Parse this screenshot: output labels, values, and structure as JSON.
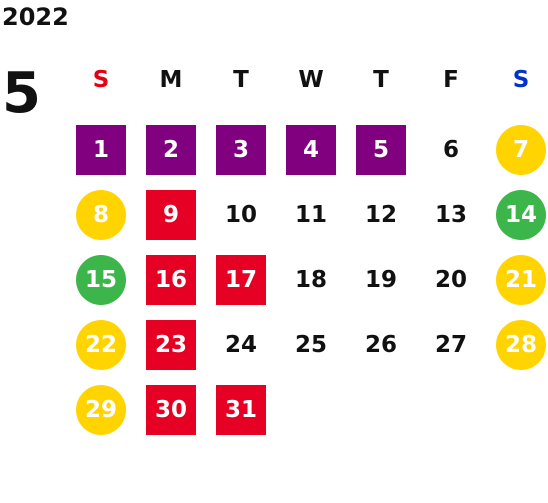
{
  "header": {
    "year": "2022",
    "month": "5"
  },
  "colors": {
    "text": "#111111",
    "sunday_label": "#e60012",
    "saturday_label": "#0033cc",
    "purple": "#800080",
    "red": "#e60023",
    "yellow": "#ffd400",
    "green": "#3cb54a"
  },
  "weekdays": [
    {
      "label": "S",
      "color": "#e60012"
    },
    {
      "label": "M",
      "color": "#111111"
    },
    {
      "label": "T",
      "color": "#111111"
    },
    {
      "label": "W",
      "color": "#111111"
    },
    {
      "label": "T",
      "color": "#111111"
    },
    {
      "label": "F",
      "color": "#111111"
    },
    {
      "label": "S",
      "color": "#0033cc"
    }
  ],
  "days": [
    {
      "day": "1",
      "shape": "square",
      "color": "#800080"
    },
    {
      "day": "2",
      "shape": "square",
      "color": "#800080"
    },
    {
      "day": "3",
      "shape": "square",
      "color": "#800080"
    },
    {
      "day": "4",
      "shape": "square",
      "color": "#800080"
    },
    {
      "day": "5",
      "shape": "square",
      "color": "#800080"
    },
    {
      "day": "6",
      "shape": "none",
      "color": ""
    },
    {
      "day": "7",
      "shape": "circle",
      "color": "#ffd400"
    },
    {
      "day": "8",
      "shape": "circle",
      "color": "#ffd400"
    },
    {
      "day": "9",
      "shape": "square",
      "color": "#e60023"
    },
    {
      "day": "10",
      "shape": "none",
      "color": ""
    },
    {
      "day": "11",
      "shape": "none",
      "color": ""
    },
    {
      "day": "12",
      "shape": "none",
      "color": ""
    },
    {
      "day": "13",
      "shape": "none",
      "color": ""
    },
    {
      "day": "14",
      "shape": "circle",
      "color": "#3cb54a"
    },
    {
      "day": "15",
      "shape": "circle",
      "color": "#3cb54a"
    },
    {
      "day": "16",
      "shape": "square",
      "color": "#e60023"
    },
    {
      "day": "17",
      "shape": "square",
      "color": "#e60023"
    },
    {
      "day": "18",
      "shape": "none",
      "color": ""
    },
    {
      "day": "19",
      "shape": "none",
      "color": ""
    },
    {
      "day": "20",
      "shape": "none",
      "color": ""
    },
    {
      "day": "21",
      "shape": "circle",
      "color": "#ffd400"
    },
    {
      "day": "22",
      "shape": "circle",
      "color": "#ffd400"
    },
    {
      "day": "23",
      "shape": "square",
      "color": "#e60023"
    },
    {
      "day": "24",
      "shape": "none",
      "color": ""
    },
    {
      "day": "25",
      "shape": "none",
      "color": ""
    },
    {
      "day": "26",
      "shape": "none",
      "color": ""
    },
    {
      "day": "27",
      "shape": "none",
      "color": ""
    },
    {
      "day": "28",
      "shape": "circle",
      "color": "#ffd400"
    },
    {
      "day": "29",
      "shape": "circle",
      "color": "#ffd400"
    },
    {
      "day": "30",
      "shape": "square",
      "color": "#e60023"
    },
    {
      "day": "31",
      "shape": "square",
      "color": "#e60023"
    }
  ]
}
